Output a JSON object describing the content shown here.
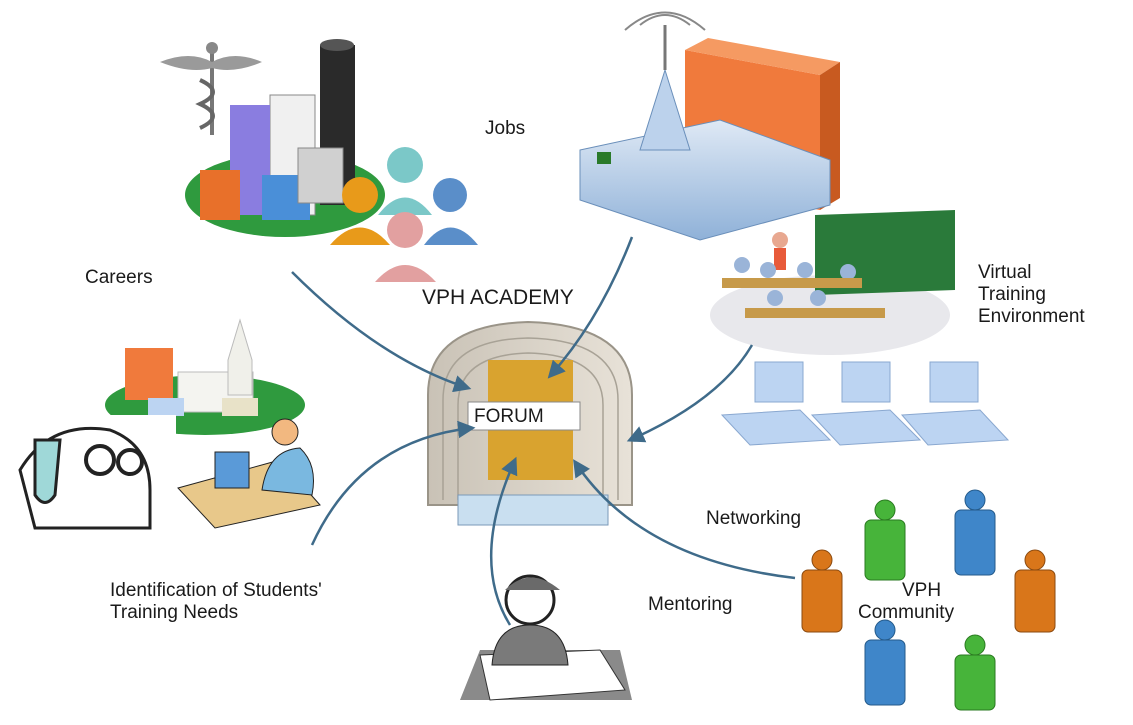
{
  "center": {
    "title": "VPH ACADEMY",
    "forum_label": "FORUM"
  },
  "labels": {
    "jobs": "Jobs",
    "careers": "Careers",
    "virtual_training": [
      "Virtual",
      "Training",
      "Environment"
    ],
    "students_needs": [
      "Identification of Students'",
      "Training Needs"
    ],
    "networking": "Networking",
    "mentoring": "Mentoring",
    "community": [
      "VPH",
      "Community"
    ]
  },
  "colors": {
    "arrow": "#3f6b8a",
    "forum_fill": "#d9a32f",
    "building_fill": "#d8d2c8",
    "people_green": "#47b43a",
    "people_blue": "#3f86c9",
    "people_orange": "#d9761a"
  },
  "icons": [
    "caduceus-icon",
    "city-buildings-icon",
    "business-people-icon",
    "wireless-router-icon",
    "firewall-icon",
    "classroom-icon",
    "computer-network-icon",
    "campus-buildings-icon",
    "scientist-icon",
    "student-at-computer-icon",
    "thinking-student-icon",
    "people-community-icon"
  ]
}
